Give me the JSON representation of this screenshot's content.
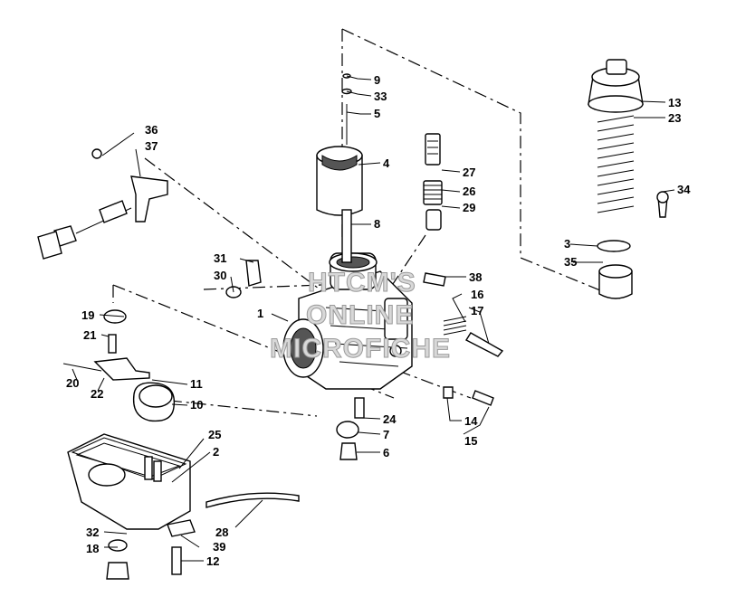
{
  "watermark": [
    "HTCM'S",
    "ONLINE",
    "MICROFICHE"
  ],
  "callouts": [
    "1",
    "2",
    "3",
    "4",
    "5",
    "6",
    "7",
    "8",
    "9",
    "10",
    "11",
    "12",
    "13",
    "14",
    "15",
    "16",
    "17",
    "18",
    "19",
    "20",
    "21",
    "22",
    "23",
    "24",
    "25",
    "26",
    "27",
    "28",
    "29",
    "30",
    "31",
    "32",
    "33",
    "34",
    "35",
    "36",
    "37",
    "38",
    "39"
  ]
}
